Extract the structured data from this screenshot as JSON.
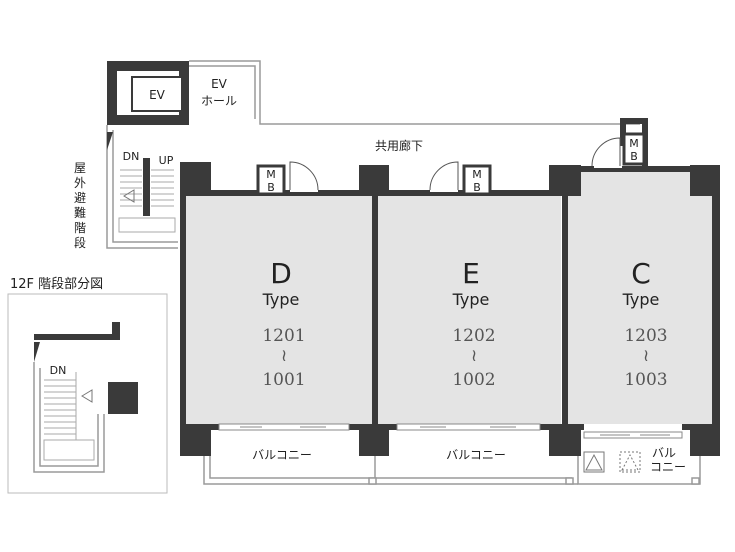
{
  "labels": {
    "ev": "EV",
    "ev_hall_line1": "EV",
    "ev_hall_line2": "ホール",
    "corridor": "共用廊下",
    "exterior_stair": [
      "屋",
      "外",
      "避",
      "難",
      "階",
      "段"
    ],
    "stair_dn": "DN",
    "stair_up": "UP",
    "inset_title": "12F 階段部分図",
    "inset_dn": "DN",
    "balcony": "バルコニー",
    "balcony_short_line1": "バル",
    "balcony_short_line2": "コニー",
    "mb_m": "M",
    "mb_b": "B"
  },
  "units": [
    {
      "letter": "D",
      "type": "Type",
      "range_top": "1201",
      "range_sep": "≀",
      "range_bottom": "1001"
    },
    {
      "letter": "E",
      "type": "Type",
      "range_top": "1202",
      "range_sep": "≀",
      "range_bottom": "1002"
    },
    {
      "letter": "C",
      "type": "Type",
      "range_top": "1203",
      "range_sep": "≀",
      "range_bottom": "1003"
    }
  ],
  "colors": {
    "wall": "#3a3a3a",
    "unit_fill": "#e4e4e4",
    "line": "#888888"
  }
}
